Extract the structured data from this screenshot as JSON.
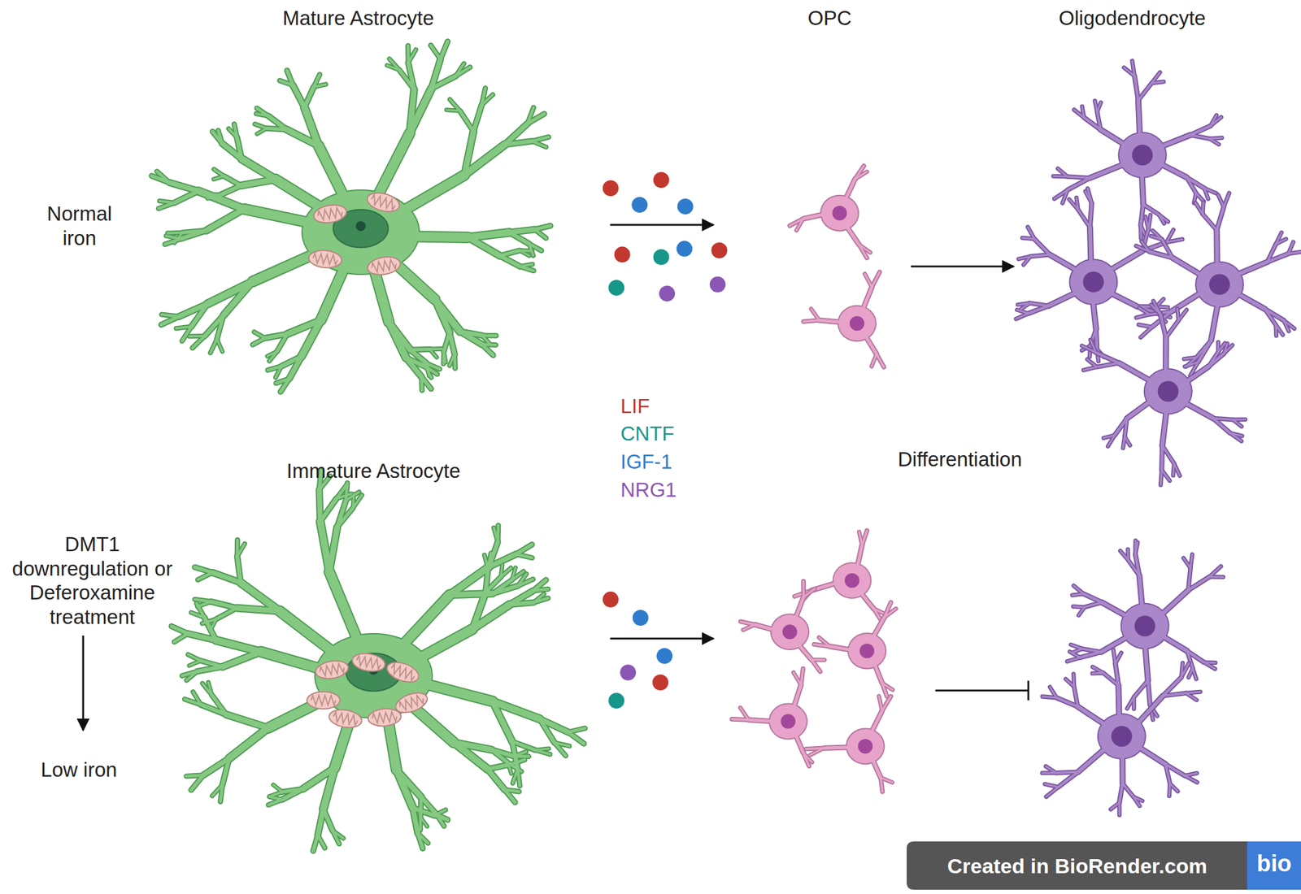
{
  "diagram": {
    "labels": [
      "Mature Astrocyte",
      "OPC",
      "Oligodendrocyte",
      "Normal iron",
      "Immature Astrocyte",
      "Differentiation",
      "DMT1 downregulation or Deferoxamine treatment",
      "Low iron",
      "Created in BioRender.com",
      "bio"
    ],
    "legend": [
      {
        "text": "LIF",
        "color": "#c2372e"
      },
      {
        "text": "CNTF",
        "color": "#17978a"
      },
      {
        "text": "IGF-1",
        "color": "#2f7ccc"
      },
      {
        "text": "NRG1",
        "color": "#8a58b4"
      }
    ]
  }
}
